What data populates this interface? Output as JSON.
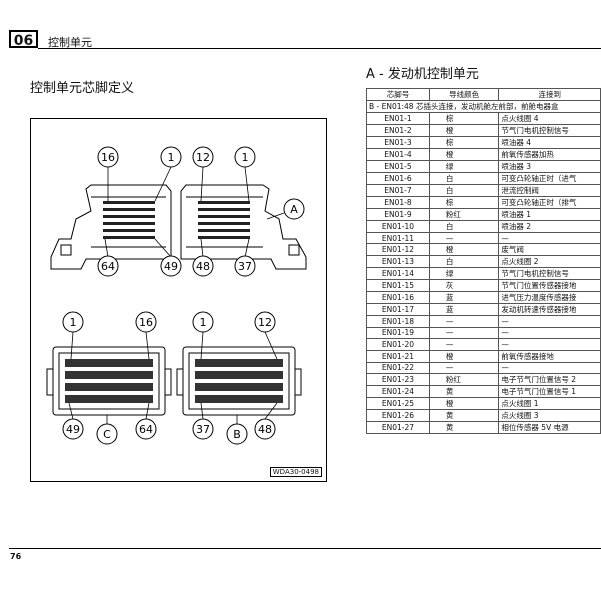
{
  "header": {
    "chapter_number": "06",
    "chapter_title": "控制单元"
  },
  "left": {
    "title": "控制单元芯脚定义"
  },
  "figure": {
    "top_labels": [
      "16",
      "1",
      "12",
      "1"
    ],
    "bottom_labels": [
      "64",
      "49",
      "48",
      "37"
    ],
    "side_label": "A",
    "lower_left_top": [
      "1",
      "16"
    ],
    "lower_left_bottom": [
      "49",
      "C",
      "64"
    ],
    "lower_right_top": [
      "1",
      "12"
    ],
    "lower_right_bottom": [
      "37",
      "B",
      "48"
    ],
    "code": "WDA30-0498"
  },
  "right": {
    "title": "A - 发动机控制单元",
    "table_headers": [
      "芯脚号",
      "导线颜色",
      "连接到"
    ],
    "span_row": "B - EN01:48 芯插头连接，发动机舱左前部，前舱电器盒",
    "rows": [
      [
        "EN01-1",
        "棕",
        "点火线圈 4"
      ],
      [
        "EN01-2",
        "橙",
        "节气门电机控制信号"
      ],
      [
        "EN01-3",
        "棕",
        "喷油器 4"
      ],
      [
        "EN01-4",
        "橙",
        "前氧传感器加热"
      ],
      [
        "EN01-5",
        "绿",
        "喷油器 3"
      ],
      [
        "EN01-6",
        "白",
        "可变凸轮轴正时（进气"
      ],
      [
        "EN01-7",
        "白",
        "泄流控制阀"
      ],
      [
        "EN01-8",
        "棕",
        "可变凸轮轴正时（排气"
      ],
      [
        "EN01-9",
        "粉红",
        "喷油器 1"
      ],
      [
        "EN01-10",
        "白",
        "喷油器 2"
      ],
      [
        "EN01-11",
        "—",
        "—"
      ],
      [
        "EN01-12",
        "橙",
        "废气阀"
      ],
      [
        "EN01-13",
        "白",
        "点火线圈 2"
      ],
      [
        "EN01-14",
        "绿",
        "节气门电机控制信号"
      ],
      [
        "EN01-15",
        "灰",
        "节气门位置传感器接地"
      ],
      [
        "EN01-16",
        "蓝",
        "进气压力温度传感器接"
      ],
      [
        "EN01-17",
        "蓝",
        "发动机转速传感器接地"
      ],
      [
        "EN01-18",
        "—",
        "—"
      ],
      [
        "EN01-19",
        "—",
        "—"
      ],
      [
        "EN01-20",
        "—",
        "—"
      ],
      [
        "EN01-21",
        "橙",
        "前氧传感器接地"
      ],
      [
        "EN01-22",
        "—",
        "—"
      ],
      [
        "EN01-23",
        "粉红",
        "电子节气门位置信号 2"
      ],
      [
        "EN01-24",
        "黄",
        "电子节气门位置信号 1"
      ],
      [
        "EN01-25",
        "橙",
        "点火线圈 1"
      ],
      [
        "EN01-26",
        "黄",
        "点火线圈 3"
      ],
      [
        "EN01-27",
        "黄",
        "相位传感器 5V 电源"
      ]
    ]
  },
  "footer": {
    "page_number": "76"
  }
}
